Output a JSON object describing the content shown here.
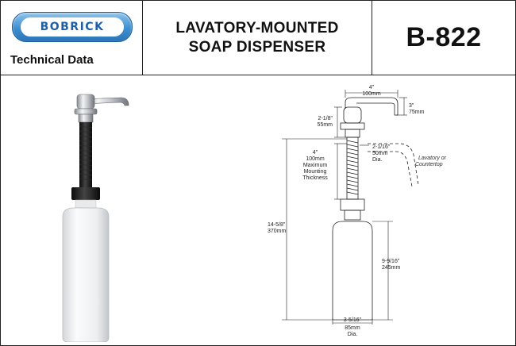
{
  "header": {
    "brand": "BOBRICK",
    "subtitle": "Technical Data",
    "title_line1": "LAVATORY-MOUNTED",
    "title_line2": "SOAP DISPENSER",
    "model": "B-822"
  },
  "drawing": {
    "dim_spout_width_in": "4\"",
    "dim_spout_width_mm": "100mm",
    "dim_spout_drop_in": "3\"",
    "dim_spout_drop_mm": "75mm",
    "dim_head_in": "2-1/8\"",
    "dim_head_mm": "55mm",
    "dim_hole_in": "2-1/16\"",
    "dim_hole_mm": "50mm",
    "dim_hole_note": "Dia.",
    "counter_label_1": "Lavatory or",
    "counter_label_2": "Countertop",
    "mount_in": "4\"",
    "mount_mm": "100mm",
    "mount_l1": "Maximum",
    "mount_l2": "Mounting",
    "mount_l3": "Thickness",
    "overall_in": "14-5/8\"",
    "overall_mm": "370mm",
    "bottle_h_in": "9-9/16\"",
    "bottle_h_mm": "245mm",
    "bottle_d_in": "3-5/16\"",
    "bottle_d_mm": "85mm",
    "bottle_d_note": "Dia."
  }
}
